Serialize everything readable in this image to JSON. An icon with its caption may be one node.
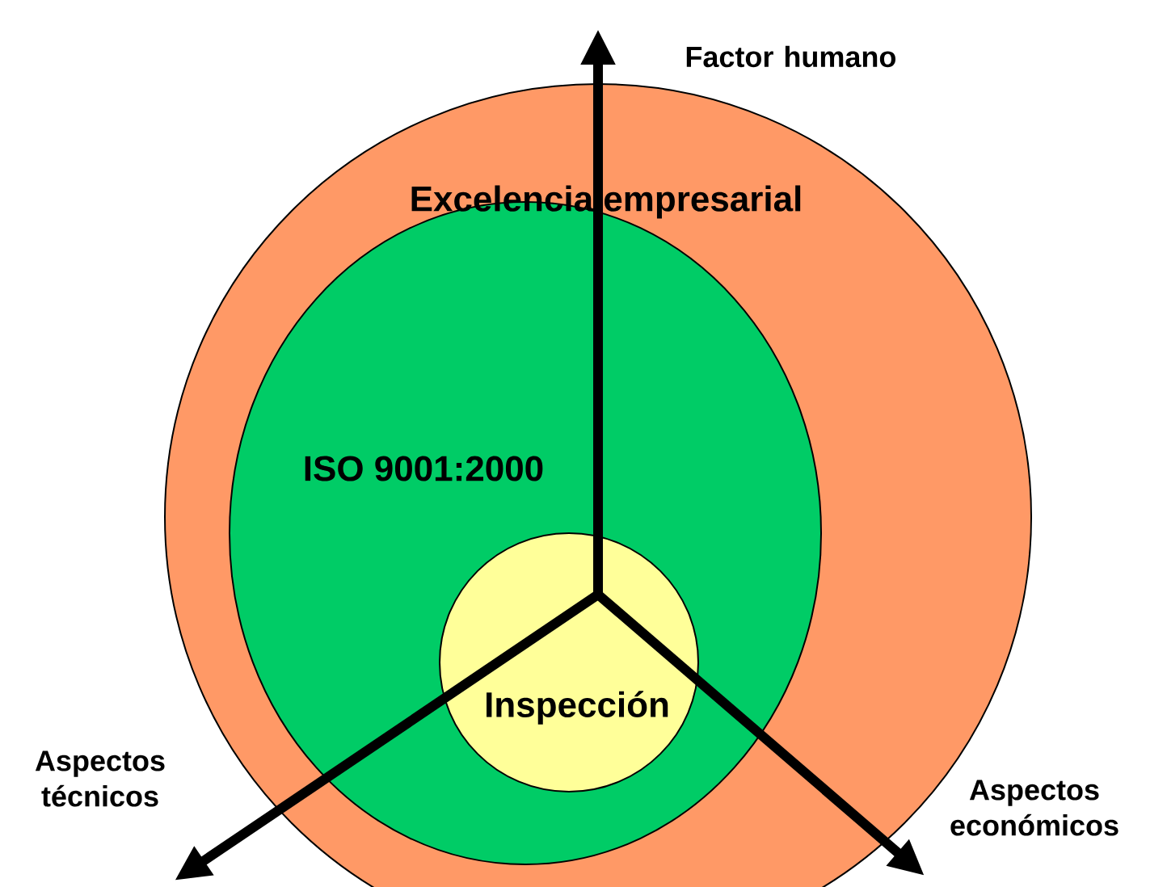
{
  "diagram": {
    "nodes": [
      {
        "text": [
          "Excelencia empresarial"
        ]
      },
      {
        "text": [
          "ISO 9001:2000"
        ],
        "in": 0
      },
      {
        "text": [
          "Inspección"
        ],
        "in": 1
      },
      {
        "text": [
          "Factor humano"
        ]
      },
      {
        "text": [
          "Aspectos técnicos"
        ]
      },
      {
        "text": [
          "Aspectos económicos"
        ]
      }
    ],
    "edges": [
      {
        "from": 2,
        "to": 3,
        "arrow": "to"
      },
      {
        "from": 2,
        "to": 4,
        "arrow": "to"
      },
      {
        "from": 2,
        "to": 5,
        "arrow": "to"
      }
    ]
  }
}
